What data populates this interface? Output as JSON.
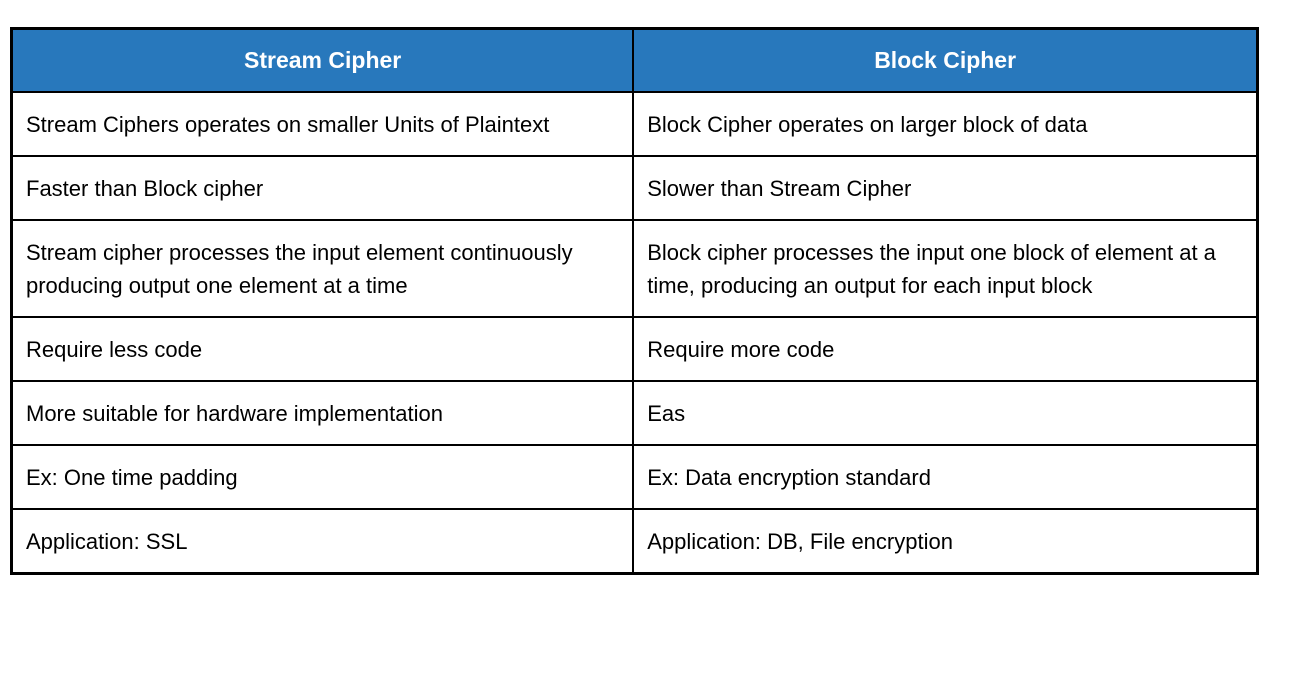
{
  "accent_color": "#2878BC",
  "table": {
    "headers": {
      "stream": "Stream Cipher",
      "block": "Block Cipher"
    },
    "rows": [
      {
        "stream": "Stream Ciphers operates on smaller Units of Plaintext",
        "block": "Block Cipher operates on larger block of data"
      },
      {
        "stream": "Faster than Block cipher",
        "block": "Slower than Stream Cipher"
      },
      {
        "stream": "Stream cipher processes the input element continuously producing output one element at a time",
        "block": "Block cipher processes the input one block of element at a time, producing an output for each input block"
      },
      {
        "stream": "Require less code",
        "block": "Require more code"
      },
      {
        "stream": "More suitable for hardware implementation",
        "block": "Eas"
      },
      {
        "stream": "Ex: One time padding",
        "block": "Ex: Data encryption standard"
      },
      {
        "stream": "Application: SSL",
        "block": "Application: DB, File encryption"
      }
    ]
  }
}
